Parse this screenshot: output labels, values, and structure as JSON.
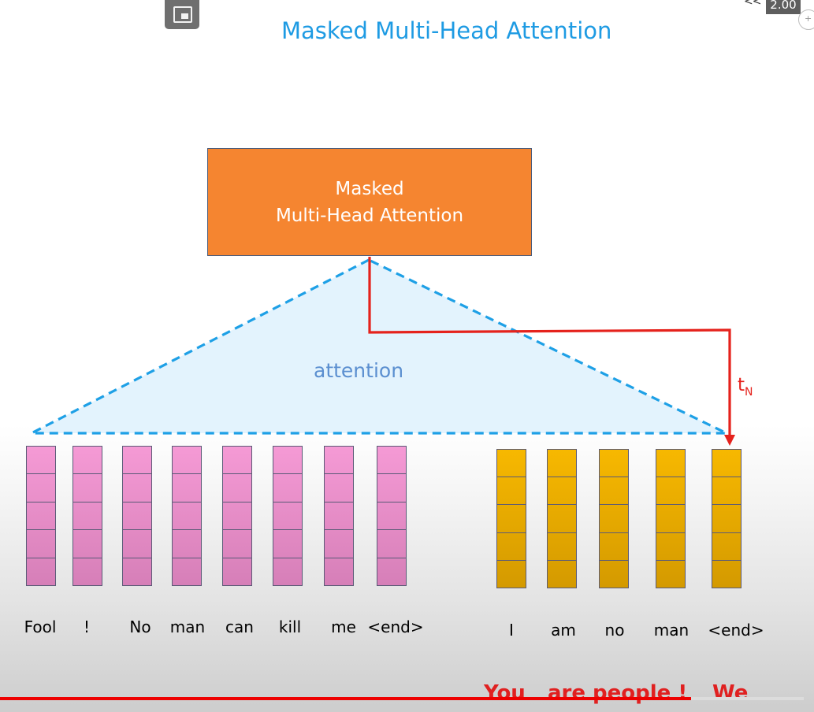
{
  "title": "Masked Multi-Head Attention",
  "box": {
    "line1": "Masked",
    "line2": "Multi-Head Attention"
  },
  "attention_label": "attention",
  "arrow_label": {
    "main": "t",
    "sub": "N"
  },
  "player": {
    "speed_arrows": "<<",
    "speed": "2.00",
    "progress_fraction": 0.86
  },
  "left_tokens": [
    "Fool",
    "!",
    "No",
    "man",
    "can",
    "kill",
    "me",
    "<end>"
  ],
  "right_tokens": [
    "I",
    "am",
    "no",
    "man",
    "<end>"
  ],
  "subtitle": [
    "You",
    "are",
    "people !",
    "We"
  ],
  "colors": {
    "title": "#1e9be3",
    "box": "#f58530",
    "triangle_fill": "#e3f3fd",
    "triangle_stroke": "#1ea0e6",
    "arrow": "#e5221c",
    "left_vectors": "#f59ad5",
    "right_vectors": "#f7b800"
  },
  "icons": [
    "picture-in-picture-icon",
    "speed-icon"
  ]
}
